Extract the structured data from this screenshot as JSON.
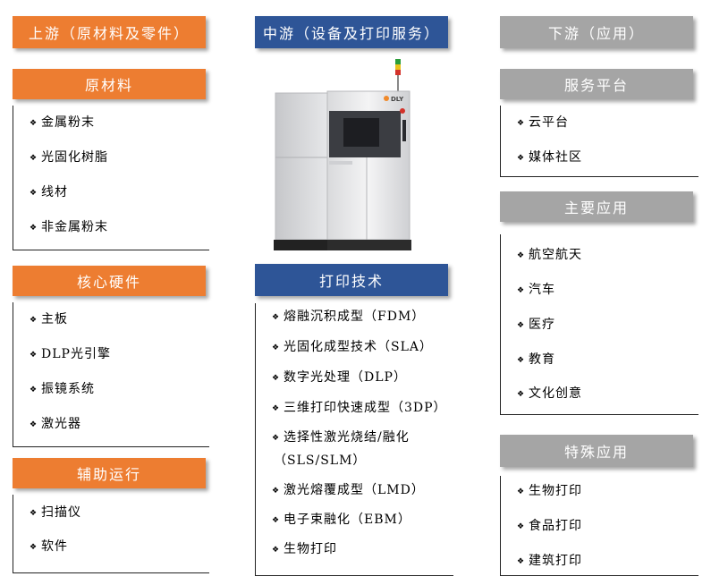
{
  "columns": {
    "upstream": {
      "title": "上游（原材料及零件）",
      "groups": [
        {
          "title": "原材料",
          "items": [
            "金属粉末",
            "光固化树脂",
            "线材",
            "非金属粉末"
          ]
        },
        {
          "title": "核心硬件",
          "items": [
            "主板",
            "DLP光引擎",
            "振镜系统",
            "激光器"
          ]
        },
        {
          "title": "辅助运行",
          "items": [
            "扫描仪",
            "软件"
          ]
        }
      ]
    },
    "midstream": {
      "title": "中游（设备及打印服务）",
      "machine_label": "DLY",
      "group": {
        "title": "打印技术",
        "items": [
          "熔融沉积成型（FDM）",
          "光固化成型技术（SLA）",
          "数字光处理（DLP）",
          "三维打印快速成型（3DP）",
          "选择性激光烧结/融化",
          "激光熔覆成型（LMD）",
          "电子束融化（EBM）",
          "生物打印"
        ],
        "item5_continuation": "（SLS/SLM）"
      }
    },
    "downstream": {
      "title": "下游（应用）",
      "groups": [
        {
          "title": "服务平台",
          "items": [
            "云平台",
            "媒体社区"
          ]
        },
        {
          "title": "主要应用",
          "items": [
            "航空航天",
            "汽车",
            "医疗",
            "教育",
            "文化创意"
          ]
        },
        {
          "title": "特殊应用",
          "items": [
            "生物打印",
            "食品打印",
            "建筑打印"
          ]
        }
      ]
    }
  },
  "colors": {
    "upstream": "#ed7d31",
    "midstream": "#2e5597",
    "downstream": "#a5a5a5"
  },
  "bullet_glyph": "❖"
}
